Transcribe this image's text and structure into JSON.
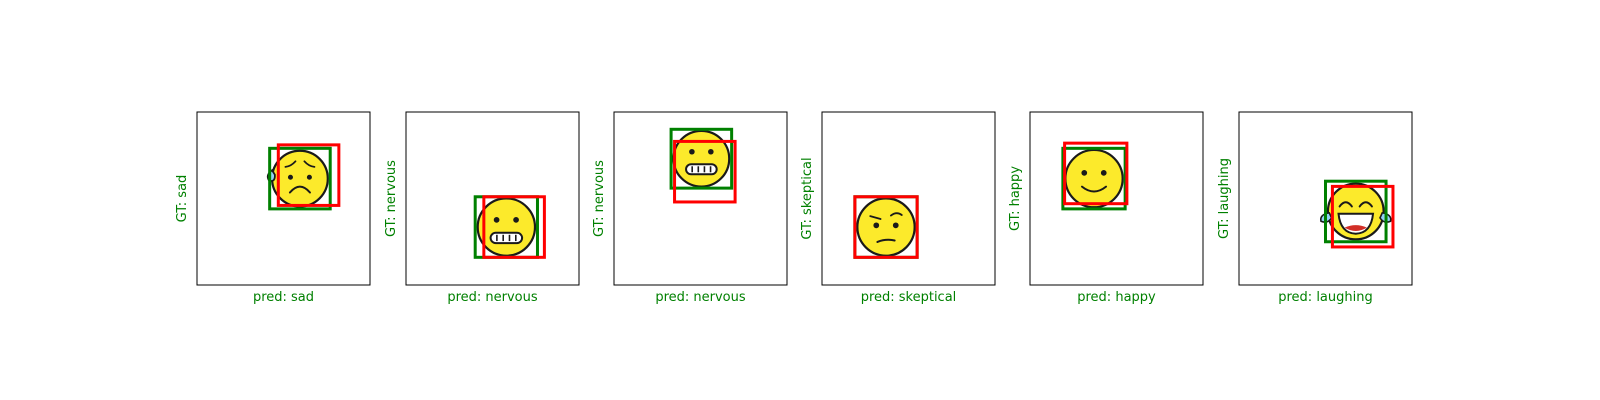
{
  "chart_data": {
    "type": "image-grid",
    "colors": {
      "gt_box": "#008000",
      "pred_box": "#ff0000",
      "label": "#008000",
      "emoji_face": "#fcea2b",
      "emoji_outline": "#1a1a1a",
      "tear": "#92d3f5",
      "mouth": "#d22f27"
    },
    "panels": [
      {
        "gt_label": "GT: sad",
        "pred_label": "pred: sad",
        "emoji": "sad-face-with-sweat-icon",
        "gt_box": [
          0.42,
          0.21,
          0.77,
          0.56
        ],
        "pred_box": [
          0.47,
          0.19,
          0.82,
          0.54
        ]
      },
      {
        "gt_label": "GT: nervous",
        "pred_label": "pred: nervous",
        "emoji": "grimacing-face-icon",
        "gt_box": [
          0.4,
          0.49,
          0.76,
          0.84
        ],
        "pred_box": [
          0.45,
          0.49,
          0.8,
          0.84
        ]
      },
      {
        "gt_label": "GT: nervous",
        "pred_label": "pred: nervous",
        "emoji": "grimacing-face-icon",
        "gt_box": [
          0.33,
          0.1,
          0.68,
          0.44
        ],
        "pred_box": [
          0.35,
          0.17,
          0.7,
          0.52
        ]
      },
      {
        "gt_label": "GT: skeptical",
        "pred_label": "pred: skeptical",
        "emoji": "skeptical-face-icon",
        "gt_box": [
          0.19,
          0.49,
          0.55,
          0.84
        ],
        "pred_box": [
          0.19,
          0.49,
          0.55,
          0.84
        ]
      },
      {
        "gt_label": "GT: happy",
        "pred_label": "pred: happy",
        "emoji": "smiling-face-icon",
        "gt_box": [
          0.19,
          0.21,
          0.55,
          0.56
        ],
        "pred_box": [
          0.2,
          0.18,
          0.56,
          0.53
        ]
      },
      {
        "gt_label": "GT: laughing",
        "pred_label": "pred: laughing",
        "emoji": "laughing-with-tears-icon",
        "gt_box": [
          0.5,
          0.4,
          0.85,
          0.75
        ],
        "pred_box": [
          0.54,
          0.43,
          0.89,
          0.78
        ]
      }
    ]
  }
}
